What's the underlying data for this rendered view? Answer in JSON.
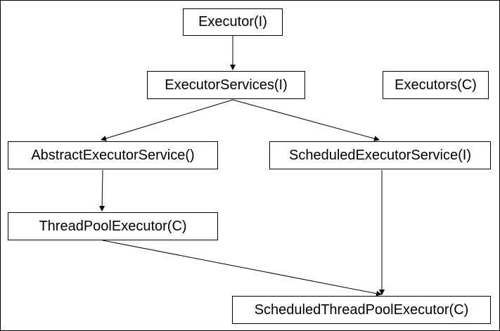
{
  "nodes": {
    "executor": "Executor(I)",
    "executor_services": "ExecutorServices(I)",
    "executors": "Executors(C)",
    "abstract_executor_service": "AbstractExecutorService()",
    "scheduled_executor_service": "ScheduledExecutorService(I)",
    "thread_pool_executor": "ThreadPoolExecutor(C)",
    "scheduled_thread_pool_executor": "ScheduledThreadPoolExecutor(C)"
  },
  "colors": {
    "stroke": "#000000",
    "background": "#ffffff"
  }
}
